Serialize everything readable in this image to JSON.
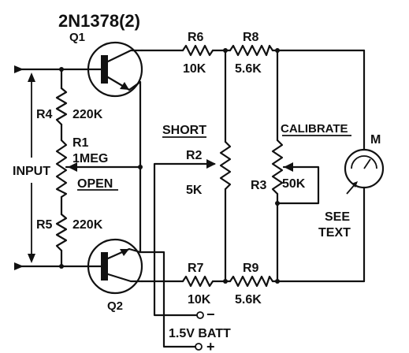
{
  "title": "2N1378(2)",
  "labels": {
    "q1": "Q1",
    "q2": "Q2",
    "r6_name": "R6",
    "r6_val": "10K",
    "r8_name": "R8",
    "r8_val": "5.6K",
    "r4_name": "R4",
    "r4_val": "220K",
    "r1_name": "R1",
    "r1_val": "1MEG",
    "r5_name": "R5",
    "r5_val": "220K",
    "r2_name": "R2",
    "r2_val": "5K",
    "r3_name": "R3",
    "r3_val": "50K",
    "r7_name": "R7",
    "r7_val": "10K",
    "r9_name": "R9",
    "r9_val": "5.6K",
    "input": "INPUT",
    "short": "SHORT",
    "open": "OPEN",
    "calibrate": "CALIBRATE",
    "meter": "M",
    "see": "SEE",
    "text": "TEXT",
    "battery": "1.5V BATT",
    "minus": "−",
    "plus": "+"
  }
}
